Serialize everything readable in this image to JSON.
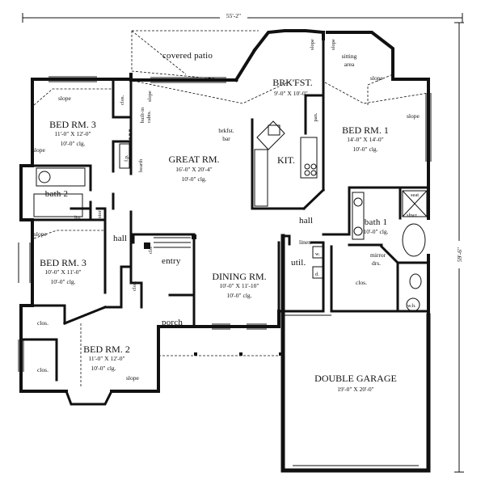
{
  "dimensions": {
    "overall_width": "55'-2\"",
    "overall_depth": "59'-6\""
  },
  "rooms": {
    "covered_patio": "covered patio",
    "brkfst": {
      "name": "BRK'FST.",
      "size": "9'-0\" X 10'-0\""
    },
    "sitting_area": {
      "line1": "sitting",
      "line2": "area"
    },
    "great_rm": {
      "name": "GREAT RM.",
      "size": "16'-0\" X 20'-4\"",
      "clg": "10'-0\" clg."
    },
    "kit": "KIT.",
    "brkfst_bar": {
      "line1": "brkfst.",
      "line2": "bar"
    },
    "pan": "pan.",
    "bed_rm_1": {
      "name": "BED RM. 1",
      "size": "14'-0\" X 14'-0\"",
      "clg": "10'-0\" clg."
    },
    "bed_rm_3_top": {
      "name": "BED RM. 3",
      "size": "11'-0\" X 12'-0\"",
      "clg": "10'-0\" clg."
    },
    "bed_rm_3_mid": {
      "name": "BED RM. 3",
      "size": "10'-0\" X 11'-0\"",
      "clg": "10'-0\" clg."
    },
    "bed_rm_2": {
      "name": "BED RM. 2",
      "size": "11'-0\" X 12'-0\"",
      "clg": "10'-0\" clg."
    },
    "bath_1": {
      "name": "bath 1",
      "clg": "10'-0\" clg."
    },
    "bath_2": "bath 2",
    "dining_rm": {
      "name": "DINING RM.",
      "size": "10'-0\" X 11'-10\"",
      "clg": "10'-0\" clg."
    },
    "double_garage": {
      "name": "DOUBLE GARAGE",
      "size": "19'-0\" X 20'-0\""
    }
  },
  "labels": {
    "slope": "slope",
    "clos": "clos.",
    "built_in": "built-in",
    "cabts": "cabts.",
    "fp": "f.p.",
    "hearth": "hearth",
    "lin": "lin.",
    "stor": "stor",
    "hall": "hall",
    "entry": "entry",
    "clo": "clo.",
    "porch": "porch",
    "util": "util.",
    "linen": "linen",
    "w": "w.",
    "d": "d.",
    "mirror": "mirror",
    "drs": "drs.",
    "seat": "seat",
    "shwr": "shwr.",
    "wh": "w.h."
  }
}
